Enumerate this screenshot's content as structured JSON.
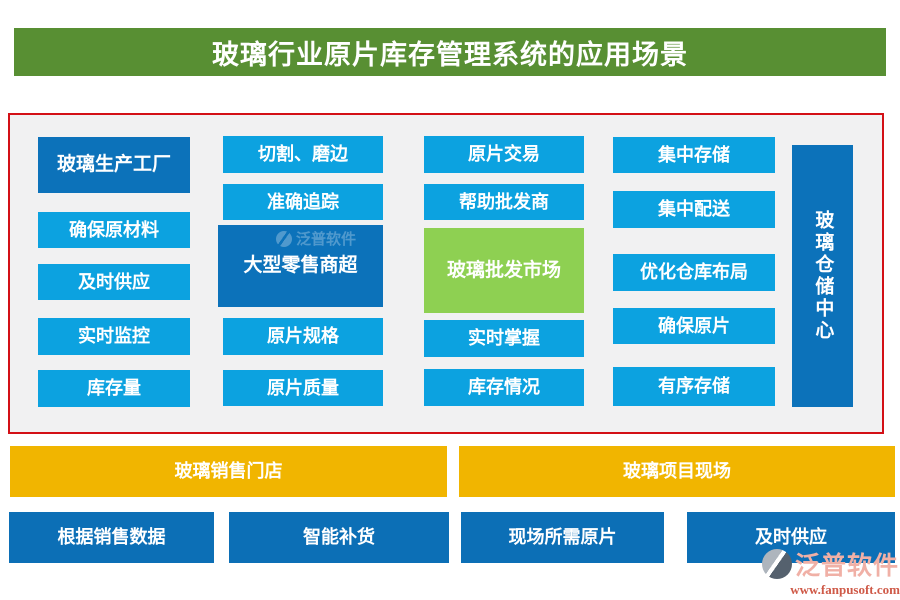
{
  "header": {
    "title": "玻璃行业原片库存管理系统的应用场景"
  },
  "diagram": {
    "col1": {
      "main": "玻璃生产工厂",
      "items": [
        "确保原材料",
        "及时供应",
        "实时监控",
        "库存量"
      ]
    },
    "col2": {
      "top": [
        "切割、磨边",
        "准确追踪"
      ],
      "main": "大型零售商超",
      "bottom": [
        "原片规格",
        "原片质量"
      ]
    },
    "col3": {
      "top": [
        "原片交易",
        "帮助批发商"
      ],
      "main": "玻璃批发市场",
      "bottom": [
        "实时掌握",
        "库存情况"
      ]
    },
    "col4": {
      "items": [
        "集中存储",
        "集中配送",
        "优化仓库布局",
        "确保原片",
        "有序存储"
      ]
    },
    "side": {
      "label": "玻璃仓储中心"
    }
  },
  "bottom": {
    "left_bar": "玻璃销售门店",
    "right_bar": "玻璃项目现场",
    "boxes": [
      "根据销售数据",
      "智能补货",
      "现场所需原片",
      "及时供应"
    ]
  },
  "watermark": {
    "brand": "泛普软件",
    "url": "www.fanpusoft.com"
  },
  "colors": {
    "header_green": "#588f33",
    "dark_blue": "#0c72ba",
    "light_blue": "#0ca2e0",
    "market_green": "#8ed052",
    "bar_yellow": "#f1b500",
    "bottom_blue": "#0c6fb6",
    "border_red": "#d31016",
    "panel_bg": "#f1f1f2"
  }
}
